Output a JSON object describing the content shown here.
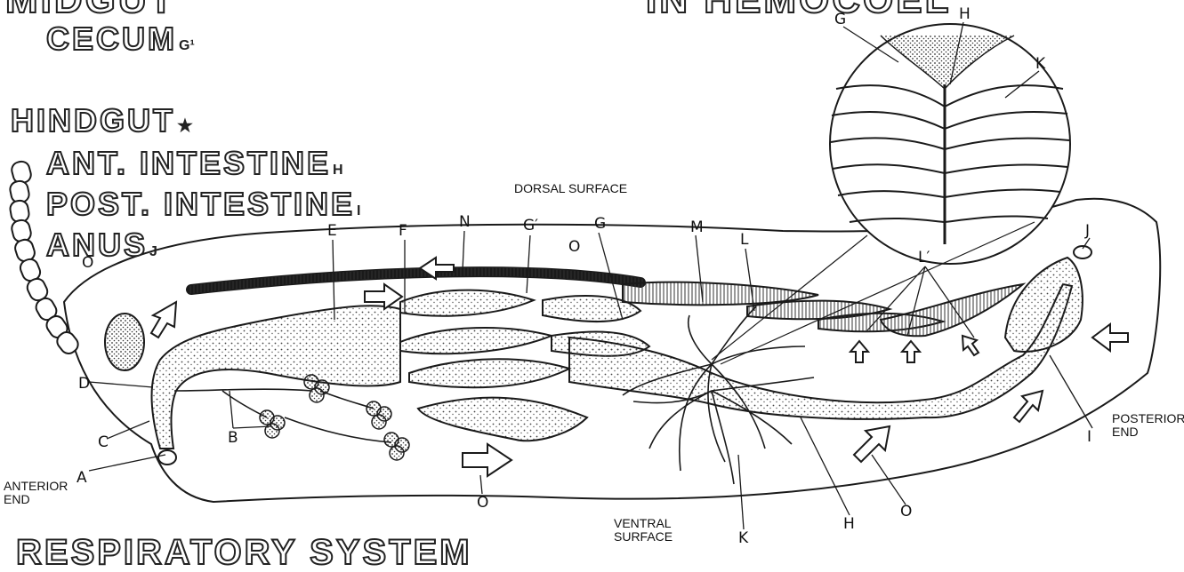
{
  "header_top_left": "MIDGUT",
  "header_top_right": "IN HEMOCOEL",
  "midgut_items": [
    {
      "text": "CECUM",
      "sub": "G¹"
    }
  ],
  "hindgut": {
    "title": "HINDGUT",
    "marker": "★"
  },
  "hindgut_items": [
    {
      "text": "ANT. INTESTINE",
      "sub": "H"
    },
    {
      "text": "POST. INTESTINE",
      "sub": "I"
    },
    {
      "text": "ANUS",
      "sub": "J"
    }
  ],
  "bottom_heading": "RESPIRATORY SYSTEM",
  "captions": {
    "dorsal": "DORSAL SURFACE",
    "ventral": "VENTRAL\nSURFACE",
    "anterior": "ANTERIOR\nEND",
    "posterior": "POSTERIOR\nEND"
  },
  "labels": {
    "A": "A",
    "B": "B",
    "C": "C",
    "D": "D",
    "E": "E",
    "F": "F",
    "G_prime": "G′",
    "G": "G",
    "N": "N",
    "M": "M",
    "L": "L",
    "L_prime": "L′",
    "J": "J",
    "I": "I",
    "O1": "O",
    "O2": "O",
    "O3": "O",
    "O4": "O",
    "K": "K",
    "H": "H",
    "inset_G": "G",
    "inset_H": "H",
    "inset_K": "K"
  },
  "colors": {
    "ink": "#1a1a1a",
    "stipple": "#555555",
    "paper": "#ffffff"
  }
}
